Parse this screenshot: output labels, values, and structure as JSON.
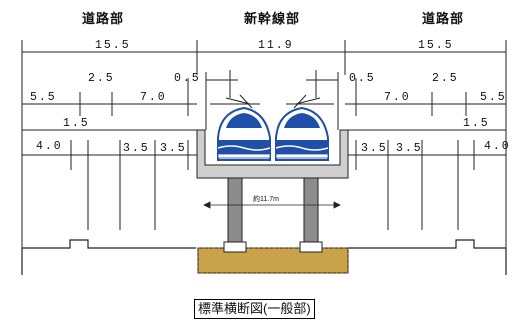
{
  "headers": {
    "left": "道路部",
    "center": "新幹線部",
    "right": "道路部"
  },
  "dimensions": {
    "left_total": "15.5",
    "center_total": "11.9",
    "right_total": "15.5",
    "left_row2": [
      "5.5",
      "2.5",
      "7.0",
      "0.5"
    ],
    "right_row2": [
      "0.5",
      "2.5",
      "7.0",
      "5.5"
    ],
    "left_row3": [
      "1.5"
    ],
    "right_row3": [
      "1.5"
    ],
    "left_row4": [
      "4.0",
      "3.5",
      "3.5"
    ],
    "right_row4": [
      "3.5",
      "3.5",
      "4.0"
    ],
    "pier_span": "約11.7m"
  },
  "caption": "標準横断図(一般部)",
  "colors": {
    "train_blue": "#1f4fa8",
    "train_white": "#ffffff",
    "structure_gray": "#8c8c8c",
    "deck_gray": "#cfcfcf",
    "footing_tan": "#c9a24a",
    "line": "#222222"
  }
}
